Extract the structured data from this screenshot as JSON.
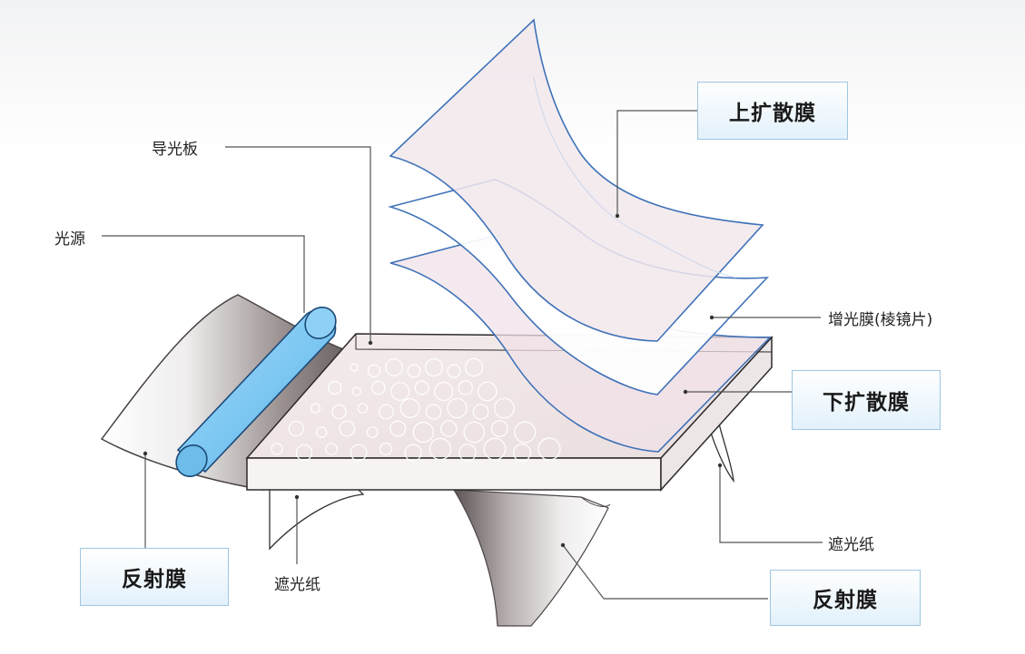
{
  "labels": {
    "light_guide_plate": "导光板",
    "light_source": "光源",
    "upper_diffuser": "上扩散膜",
    "prism_film": "增光膜(棱镜片)",
    "lower_diffuser": "下扩散膜",
    "shading_paper_right": "遮光纸",
    "shading_paper_left": "遮光纸",
    "reflector_left": "反射膜",
    "reflector_bottom": "反射膜"
  },
  "colors": {
    "film_edge": "#3f72b8",
    "light_tube": "#7ec8f3",
    "label_box_border": "#9fc6e0",
    "leader_line": "#555555"
  }
}
